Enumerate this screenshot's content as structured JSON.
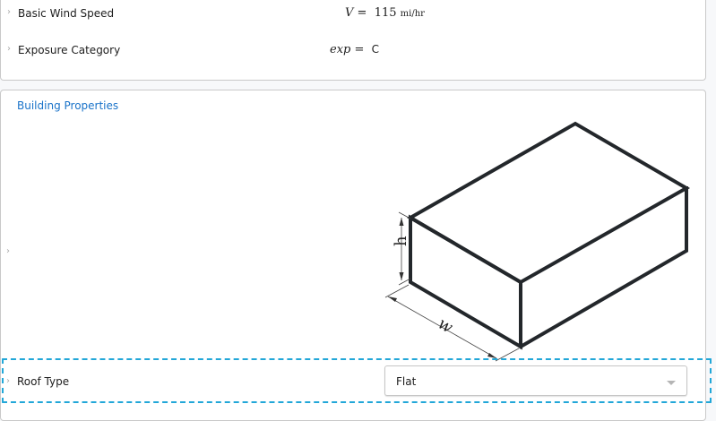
{
  "wind_inputs": {
    "basic_wind_speed": {
      "label": "Basic Wind Speed",
      "symbol": "V",
      "equals": "=",
      "value": "115",
      "unit": "mi/hr"
    },
    "exposure_category": {
      "label": "Exposure Category",
      "symbol": "exp",
      "equals": "=",
      "value": "C"
    }
  },
  "building_properties": {
    "title": "Building Properties",
    "diagram": {
      "height_label": "h",
      "width_label": "w",
      "stroke_color": "#23272b"
    },
    "roof_type": {
      "label": "Roof Type",
      "selected": "Flat"
    }
  },
  "colors": {
    "accent": "#1a73c9",
    "focus_outline": "#22a7d8",
    "background": "#f7f8fa"
  }
}
